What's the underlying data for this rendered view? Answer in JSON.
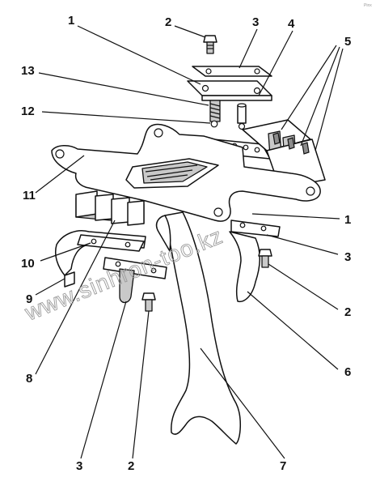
{
  "callouts": [
    {
      "id": "c1-top",
      "text": "1"
    },
    {
      "id": "c2-top",
      "text": "2"
    },
    {
      "id": "c3-top",
      "text": "3"
    },
    {
      "id": "c4-top",
      "text": "4"
    },
    {
      "id": "c5-top",
      "text": "5"
    },
    {
      "id": "c13",
      "text": "13"
    },
    {
      "id": "c12",
      "text": "12"
    },
    {
      "id": "c11",
      "text": "11"
    },
    {
      "id": "c1-right",
      "text": "1"
    },
    {
      "id": "c10",
      "text": "10"
    },
    {
      "id": "c9",
      "text": "9"
    },
    {
      "id": "c3-right",
      "text": "3"
    },
    {
      "id": "c2-right",
      "text": "2"
    },
    {
      "id": "c6",
      "text": "6"
    },
    {
      "id": "c8",
      "text": "8"
    },
    {
      "id": "c3-bottom",
      "text": "3"
    },
    {
      "id": "c2-bottom",
      "text": "2"
    },
    {
      "id": "c7",
      "text": "7"
    }
  ],
  "watermark": "www.sinhron-too.kz",
  "corner_mark": "Pinx"
}
